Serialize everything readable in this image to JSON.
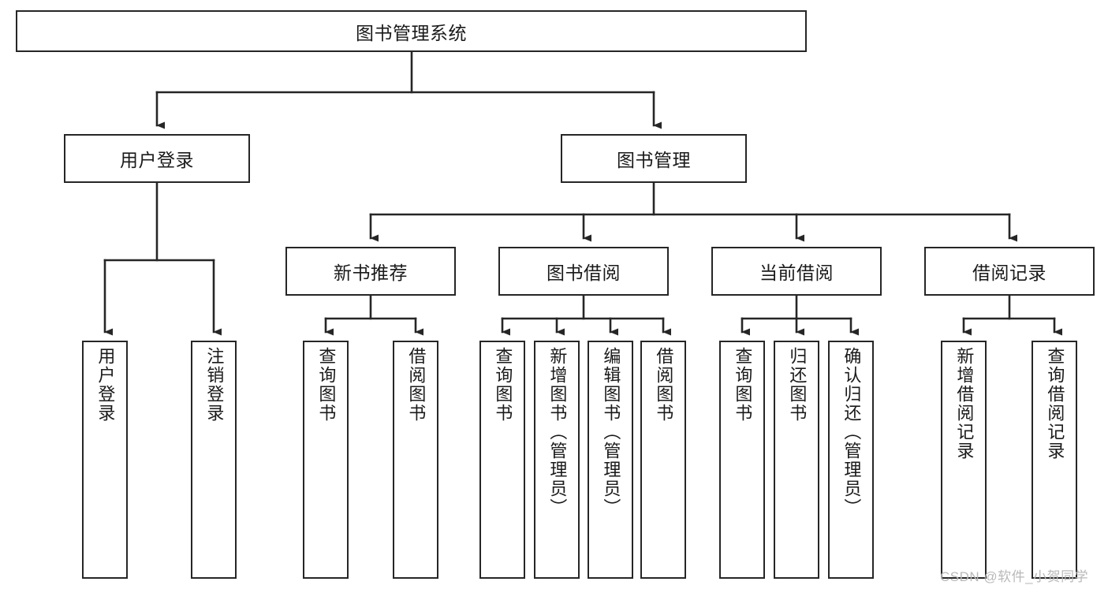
{
  "diagram": {
    "title": "图书管理系统",
    "type": "hierarchy-tree",
    "root": {
      "label": "图书管理系统"
    },
    "level2": [
      {
        "label": "用户登录"
      },
      {
        "label": "图书管理"
      }
    ],
    "level3": [
      {
        "label": "新书推荐"
      },
      {
        "label": "图书借阅"
      },
      {
        "label": "当前借阅"
      },
      {
        "label": "借阅记录"
      }
    ],
    "leaves": {
      "user_login": [
        {
          "label": "用户登录"
        },
        {
          "label": "注销登录"
        }
      ],
      "new_book_recommend": [
        {
          "label": "查询图书"
        },
        {
          "label": "借阅图书"
        }
      ],
      "book_borrow": [
        {
          "label": "查询图书"
        },
        {
          "label": "新增图书（管理员）"
        },
        {
          "label": "编辑图书（管理员）"
        },
        {
          "label": "借阅图书"
        }
      ],
      "current_borrow": [
        {
          "label": "查询图书"
        },
        {
          "label": "归还图书"
        },
        {
          "label": "确认归还（管理员）"
        }
      ],
      "borrow_record": [
        {
          "label": "新增借阅记录"
        },
        {
          "label": "查询借阅记录"
        }
      ]
    }
  },
  "watermark": {
    "text": "CSDN @软件_小贺同学"
  },
  "colors": {
    "box_border": "#262626",
    "line": "#262626",
    "text": "#1a1a1a",
    "background": "#ffffff",
    "watermark": "#b9b9b9"
  }
}
